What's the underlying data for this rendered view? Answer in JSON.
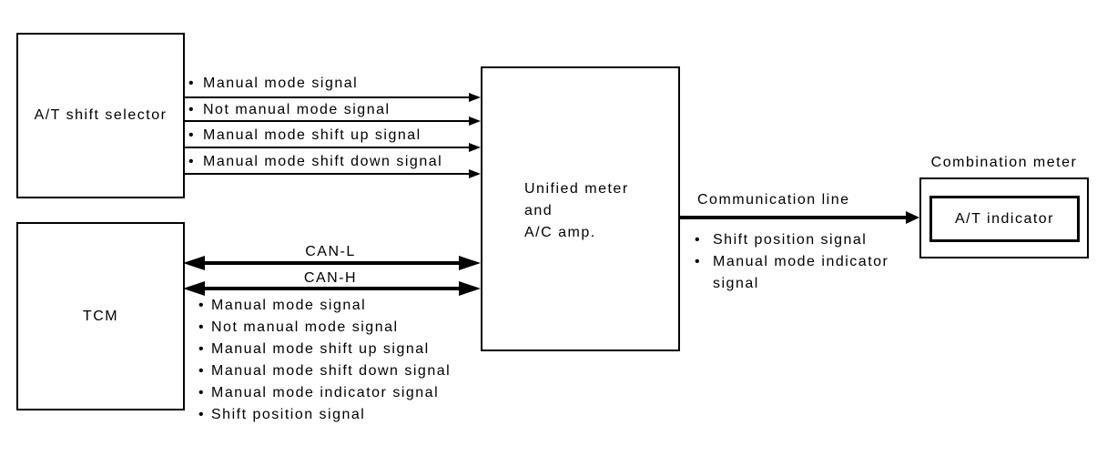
{
  "colors": {
    "ink": "#000000",
    "background": "#ffffff"
  },
  "boxes": {
    "shift_selector": {
      "label": "A/T shift selector"
    },
    "tcm": {
      "label": "TCM"
    },
    "unified_meter": {
      "line1": "Unified meter",
      "line2": "and",
      "line3": "A/C amp."
    },
    "combination_meter": {
      "title": "Combination meter",
      "indicator": "A/T indicator"
    }
  },
  "selector_signals": {
    "items": [
      "Manual mode signal",
      "Not manual mode signal",
      "Manual mode shift up signal",
      "Manual mode shift down signal"
    ]
  },
  "can_bus": {
    "lines": [
      "CAN-L",
      "CAN-H"
    ],
    "signals": [
      "Manual mode signal",
      "Not manual mode signal",
      "Manual mode shift up signal",
      "Manual mode shift down signal",
      "Manual mode indicator signal",
      "Shift position signal"
    ]
  },
  "communication": {
    "label": "Communication line",
    "signals": [
      "Shift position signal",
      "Manual mode indicator signal"
    ]
  }
}
